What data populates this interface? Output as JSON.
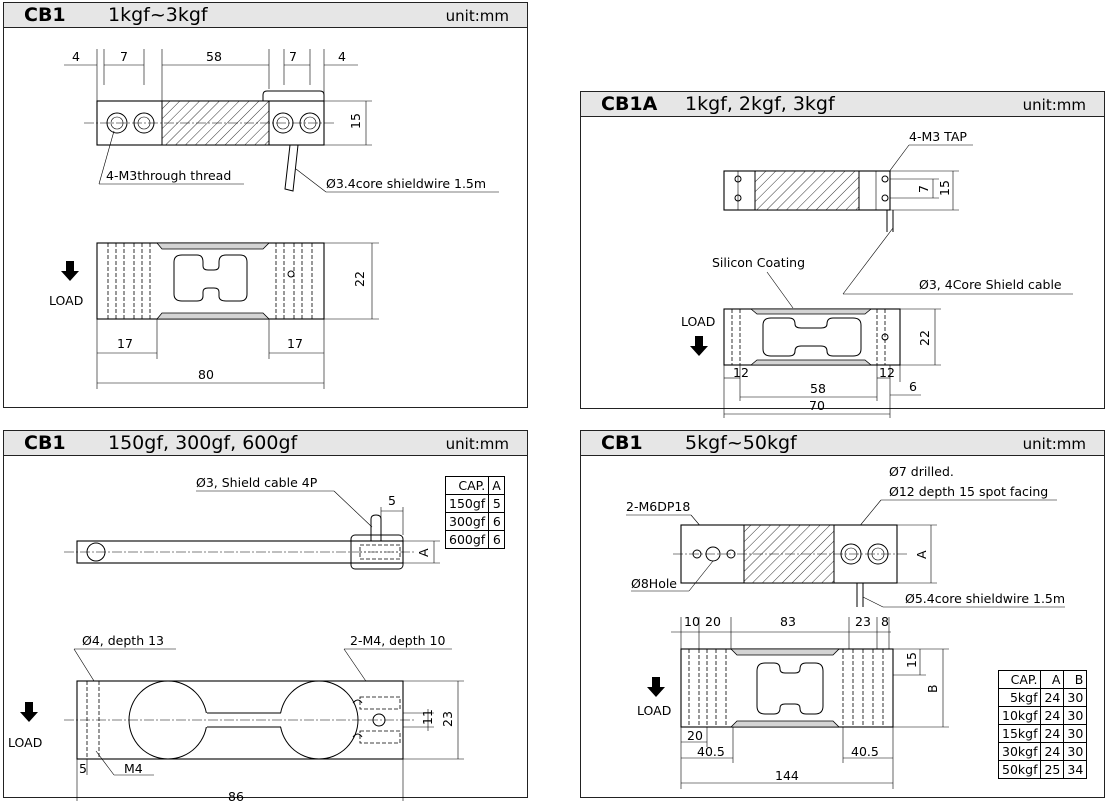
{
  "panels": {
    "p1": {
      "model": "CB1",
      "capacity": "1kgf~3kgf",
      "unit": "unit:mm",
      "dims": {
        "d4a": "4",
        "d7a": "7",
        "d58": "58",
        "d7b": "7",
        "d4b": "4",
        "d15": "15",
        "d22": "22",
        "d17a": "17",
        "d17b": "17",
        "d80": "80"
      },
      "labels": {
        "thread": "4-M3through thread",
        "wire": "Ø3.4core shieldwire 1.5m",
        "load": "LOAD"
      }
    },
    "p2": {
      "model": "CB1A",
      "capacity": "1kgf, 2kgf, 3kgf",
      "unit": "unit:mm",
      "dims": {
        "d7": "7",
        "d15": "15",
        "d22": "22",
        "d12a": "12",
        "d58": "58",
        "d12b": "12",
        "d6": "6",
        "d70": "70"
      },
      "labels": {
        "tap": "4-M3 TAP",
        "coating": "Silicon Coating",
        "cable": "Ø3, 4Core Shield cable",
        "load": "LOAD"
      }
    },
    "p3": {
      "model": "CB1",
      "capacity": "150gf, 300gf, 600gf",
      "unit": "unit:mm",
      "dims": {
        "d5top": "5",
        "dA": "A",
        "d11": "11",
        "d23": "23",
        "d5bot": "5",
        "d86": "86"
      },
      "labels": {
        "cable": "Ø3, Shield cable 4P",
        "hole": "Ø4, depth 13",
        "m4a": "2-M4, depth 10",
        "m4b": "M4",
        "load": "LOAD"
      },
      "table": {
        "headers": [
          "CAP.",
          "A"
        ],
        "rows": [
          [
            "150gf",
            "5"
          ],
          [
            "300gf",
            "6"
          ],
          [
            "600gf",
            "6"
          ]
        ]
      }
    },
    "p4": {
      "model": "CB1",
      "capacity": "5kgf~50kgf",
      "unit": "unit:mm",
      "dims": {
        "d10": "10",
        "d20": "20",
        "d83": "83",
        "d23": "23",
        "d8": "8",
        "dA": "A",
        "d15": "15",
        "dB": "B",
        "d20b": "20",
        "d405a": "40.5",
        "d405b": "40.5",
        "d144": "144"
      },
      "labels": {
        "drilled": "Ø7 drilled.",
        "spot": "Ø12 depth 15 spot facing",
        "m6": "2-M6DP18",
        "hole8": "Ø8Hole",
        "wire": "Ø5.4core shieldwire 1.5m",
        "load": "LOAD"
      },
      "table": {
        "headers": [
          "CAP.",
          "A",
          "B"
        ],
        "rows": [
          [
            "5kgf",
            "24",
            "30"
          ],
          [
            "10kgf",
            "24",
            "30"
          ],
          [
            "15kgf",
            "24",
            "30"
          ],
          [
            "30kgf",
            "24",
            "30"
          ],
          [
            "50kgf",
            "25",
            "34"
          ]
        ]
      }
    }
  }
}
